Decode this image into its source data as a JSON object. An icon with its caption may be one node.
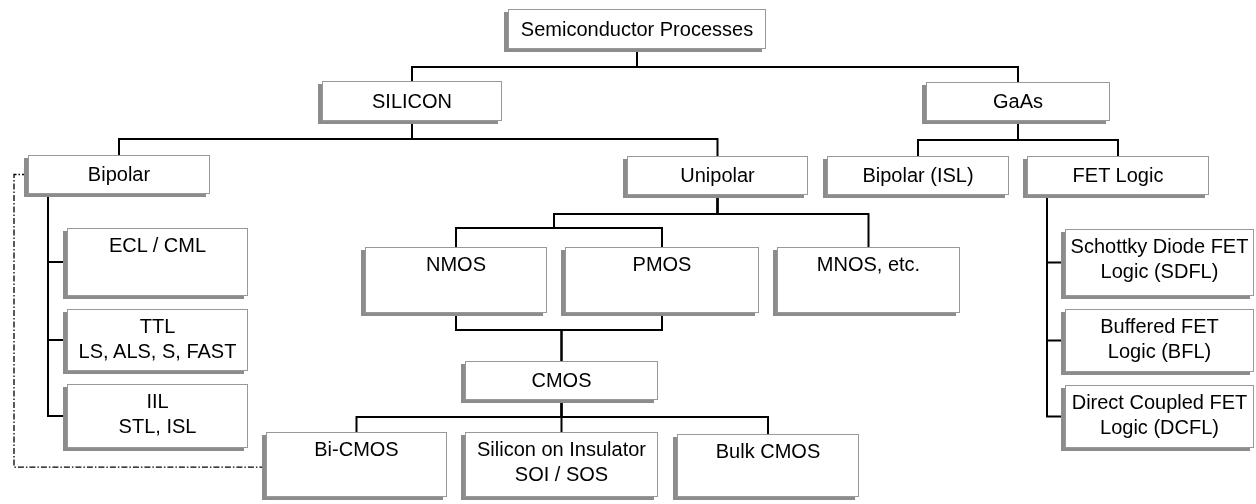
{
  "diagram": {
    "nodes": [
      {
        "text": [
          "Semiconductor Processes"
        ]
      },
      {
        "text": [
          "SILICON"
        ]
      },
      {
        "text": [
          "GaAs"
        ]
      },
      {
        "text": [
          "Bipolar"
        ]
      },
      {
        "text": [
          "Unipolar"
        ]
      },
      {
        "text": [
          "Bipolar (ISL)"
        ]
      },
      {
        "text": [
          "FET Logic"
        ]
      },
      {
        "text": [
          "ECL / CML"
        ]
      },
      {
        "text": [
          "TTL",
          "LS, ALS, S, FAST"
        ]
      },
      {
        "text": [
          "IIL",
          "STL, ISL"
        ]
      },
      {
        "text": [
          "NMOS"
        ]
      },
      {
        "text": [
          "PMOS"
        ]
      },
      {
        "text": [
          "MNOS, etc."
        ]
      },
      {
        "text": [
          "CMOS"
        ]
      },
      {
        "text": [
          "Bi-CMOS"
        ]
      },
      {
        "text": [
          "Silicon on Insulator",
          "SOI / SOS"
        ]
      },
      {
        "text": [
          "Bulk CMOS"
        ]
      },
      {
        "text": [
          "Schottky Diode FET Logic (SDFL)"
        ]
      },
      {
        "text": [
          "Buffered FET Logic (BFL)"
        ]
      },
      {
        "text": [
          "Direct Coupled FET Logic (DCFL)"
        ]
      }
    ],
    "edges": [
      {
        "from": 0,
        "to": 1,
        "arrow": "none"
      },
      {
        "from": 0,
        "to": 2,
        "arrow": "none"
      },
      {
        "from": 1,
        "to": 3,
        "arrow": "none"
      },
      {
        "from": 1,
        "to": 4,
        "arrow": "none"
      },
      {
        "from": 2,
        "to": 5,
        "arrow": "none"
      },
      {
        "from": 2,
        "to": 6,
        "arrow": "none"
      },
      {
        "from": 3,
        "to": 7,
        "arrow": "none"
      },
      {
        "from": 3,
        "to": 8,
        "arrow": "none"
      },
      {
        "from": 3,
        "to": 9,
        "arrow": "none"
      },
      {
        "from": 4,
        "to": 10,
        "arrow": "none"
      },
      {
        "from": 4,
        "to": 11,
        "arrow": "none"
      },
      {
        "from": 4,
        "to": 12,
        "arrow": "none"
      },
      {
        "from": 10,
        "to": 13,
        "arrow": "none"
      },
      {
        "from": 11,
        "to": 13,
        "arrow": "none"
      },
      {
        "from": 13,
        "to": 14,
        "arrow": "none"
      },
      {
        "from": 13,
        "to": 15,
        "arrow": "none"
      },
      {
        "from": 13,
        "to": 16,
        "arrow": "none"
      },
      {
        "from": 6,
        "to": 17,
        "arrow": "none"
      },
      {
        "from": 6,
        "to": 18,
        "arrow": "none"
      },
      {
        "from": 6,
        "to": 19,
        "arrow": "none"
      },
      {
        "from": 3,
        "to": 14,
        "arrow": "none",
        "style": "dashed"
      }
    ]
  }
}
